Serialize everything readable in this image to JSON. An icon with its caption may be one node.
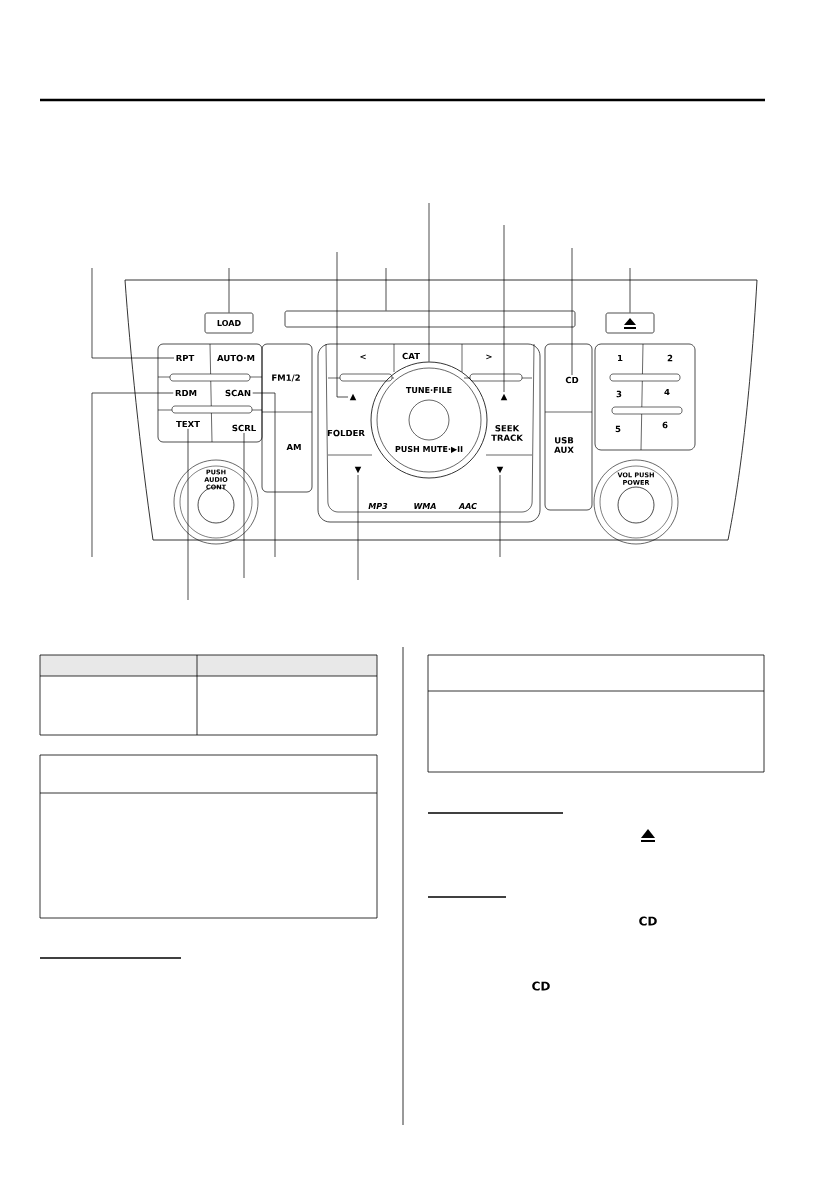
{
  "diagram": {
    "nodes": [
      {
        "text": [
          "LOAD"
        ]
      },
      {
        "text": [],
        "shape": "box"
      },
      {
        "text": [],
        "shape": "box"
      },
      {
        "text": [
          "RPT"
        ]
      },
      {
        "text": [
          "AUTO·M"
        ]
      },
      {
        "text": [
          "FM1/2"
        ]
      },
      {
        "text": [
          "<"
        ]
      },
      {
        "text": [
          "CAT"
        ]
      },
      {
        "text": [
          ">"
        ]
      },
      {
        "text": [
          "1"
        ]
      },
      {
        "text": [
          "2"
        ]
      },
      {
        "text": [
          "RDM"
        ]
      },
      {
        "text": [
          "SCAN"
        ]
      },
      {
        "text": [
          "▲"
        ]
      },
      {
        "text": [
          "TUNE·FILE",
          "PUSH MUTE·▶II"
        ]
      },
      {
        "text": [
          "▲"
        ]
      },
      {
        "text": [
          "CD"
        ]
      },
      {
        "text": [
          "3"
        ]
      },
      {
        "text": [
          "4"
        ]
      },
      {
        "text": [
          "TEXT"
        ]
      },
      {
        "text": [
          "SCRL"
        ]
      },
      {
        "text": [
          "AM"
        ]
      },
      {
        "text": [
          "FOLDER"
        ]
      },
      {
        "text": [
          "SEEK TRACK"
        ]
      },
      {
        "text": [
          "USB AUX"
        ]
      },
      {
        "text": [
          "5"
        ]
      },
      {
        "text": [
          "6"
        ]
      },
      {
        "text": [
          "▼"
        ]
      },
      {
        "text": [
          "▼"
        ]
      },
      {
        "text": [
          "PUSH AUDIO CONT"
        ]
      },
      {
        "text": [
          "VOL PUSH POWER"
        ]
      }
    ],
    "edges": [
      {
        "from": null,
        "to": 3,
        "arrow": "none"
      },
      {
        "from": null,
        "to": 0,
        "arrow": "none"
      },
      {
        "from": null,
        "to": 13,
        "arrow": "none"
      },
      {
        "from": null,
        "to": 1,
        "arrow": "none"
      },
      {
        "from": null,
        "to": 14,
        "arrow": "none"
      },
      {
        "from": null,
        "to": 15,
        "arrow": "none"
      },
      {
        "from": null,
        "to": 16,
        "arrow": "none"
      },
      {
        "from": null,
        "to": 2,
        "arrow": "none"
      },
      {
        "from": null,
        "to": 11,
        "arrow": "none"
      },
      {
        "from": null,
        "to": 12,
        "arrow": "none"
      },
      {
        "from": null,
        "to": 19,
        "arrow": "none"
      },
      {
        "from": null,
        "to": 20,
        "arrow": "none"
      },
      {
        "from": null,
        "to": 27,
        "arrow": "none"
      },
      {
        "from": null,
        "to": 28,
        "arrow": "none"
      }
    ],
    "labels": [
      "MP3",
      "WMA",
      "AAC",
      "CD",
      "CD"
    ]
  }
}
